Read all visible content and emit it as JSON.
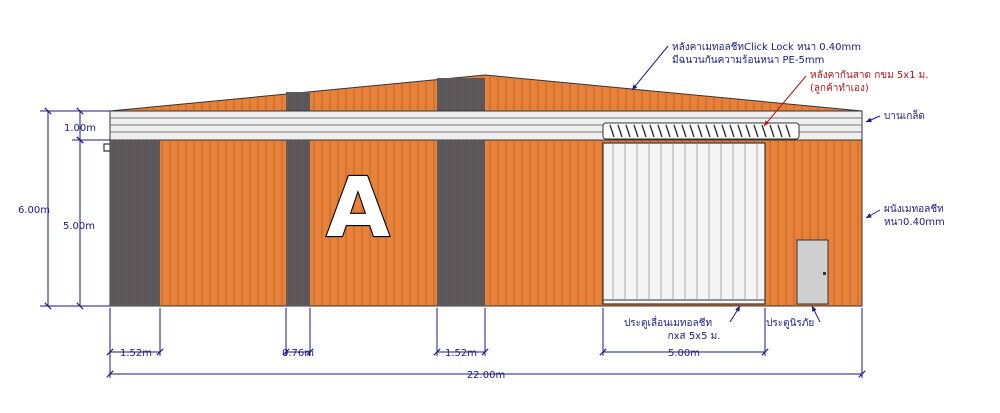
{
  "building_letter": "A",
  "colors": {
    "sheet_orange": "#e8823a",
    "sheet_gray": "#5a5a5e",
    "door_white": "#f4f4f4",
    "personnel_door": "#cfcfcf",
    "dim_blue": "#1a1a8a",
    "note_red": "#b01818"
  },
  "annotations": {
    "roof_line1": "หลังคาเมทอลชีทClick Lock หนา 0.40mm",
    "roof_line2": "มีฉนวนกันความร้อนหนา PE-5mm",
    "canopy_line1": "หลังคากันสาด กขม 5x1 ม.",
    "canopy_line2": "(ลูกค้าทำเอง)",
    "louver": "บานเกล็ด",
    "wall_line1": "ผนังเมทอลชีท",
    "wall_line2": "หนา0.40mm",
    "sliding_door_line1": "ประตูเลื่อนเมทอลชีท",
    "sliding_door_line2": "กxส 5x5 ม.",
    "personnel_door": "ประตูนิรภัย"
  },
  "dimensions": {
    "total_height": "6.00m",
    "wall_height": "5.00m",
    "top_band": "1.00m",
    "gray_bay_1": "1.52m",
    "gray_bay_2": "0.76m",
    "gray_bay_3": "1.52m",
    "door_width": "5.00m",
    "total_width": "22.00m"
  }
}
